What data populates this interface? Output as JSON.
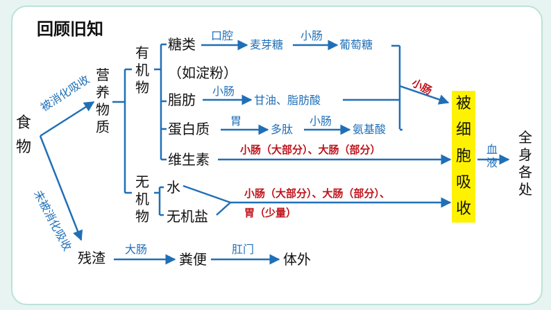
{
  "title": "回顾旧知",
  "food": "食物",
  "digested_label": "被消化吸收",
  "undigested_label": "未被消化吸收",
  "nutrients": "营养物质",
  "organic": "有机物",
  "inorganic": "无机物",
  "carb": "糖类",
  "carb_note": "（如淀粉）",
  "mouth": "口腔",
  "maltose": "麦芽糖",
  "small_intestine": "小肠",
  "glucose": "葡萄糖",
  "fat": "脂肪",
  "fat_product": "甘油、脂肪酸",
  "protein": "蛋白质",
  "stomach": "胃",
  "peptide": "多肽",
  "amino": "氨基酸",
  "vitamin": "维生素",
  "vitamin_site": "小肠（大部分）、大肠（部分）",
  "water": "水",
  "salt": "无机盐",
  "inorganic_site_1": "小肠（大部分）、大肠（部分）、",
  "inorganic_site_2": "胃（少量）",
  "absorbed": "被细胞吸收",
  "blood": "血液",
  "whole_body": "全身各处",
  "residue": "残渣",
  "large_intestine": "大肠",
  "feces": "粪便",
  "anus": "肛门",
  "outside": "体外",
  "colors": {
    "arrow": "#1f6fb7",
    "highlight": "#fff200",
    "site": "#c0141c"
  }
}
